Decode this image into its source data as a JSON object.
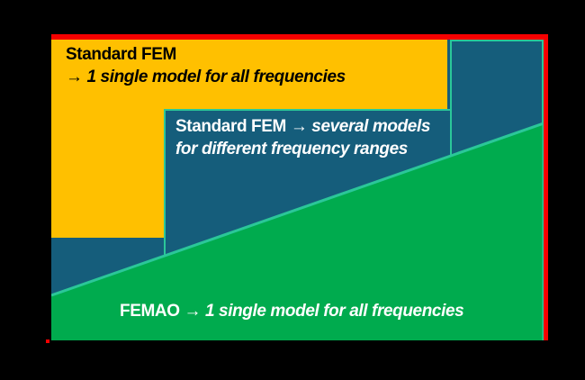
{
  "colors": {
    "background": "#000000",
    "red_border": "#F50000",
    "yellow_fill": "#FFC000",
    "blue_fill": "#155D7B",
    "femao_green": "#00AB4E",
    "teal_stroke": "#2BC799",
    "text_dark": "#000000",
    "text_light": "#FFFFFF"
  },
  "regions": {
    "standard_fem_single": {
      "line1": "Standard FEM",
      "line2": "→ 1 single model for all frequencies"
    },
    "standard_fem_several": {
      "line1_plain": "Standard FEM ",
      "line1_italic": "→ several models",
      "line2": "for different frequency ranges"
    },
    "femao": {
      "plain": "FEMAO ",
      "italic": "→ 1 single model for all frequencies"
    }
  }
}
